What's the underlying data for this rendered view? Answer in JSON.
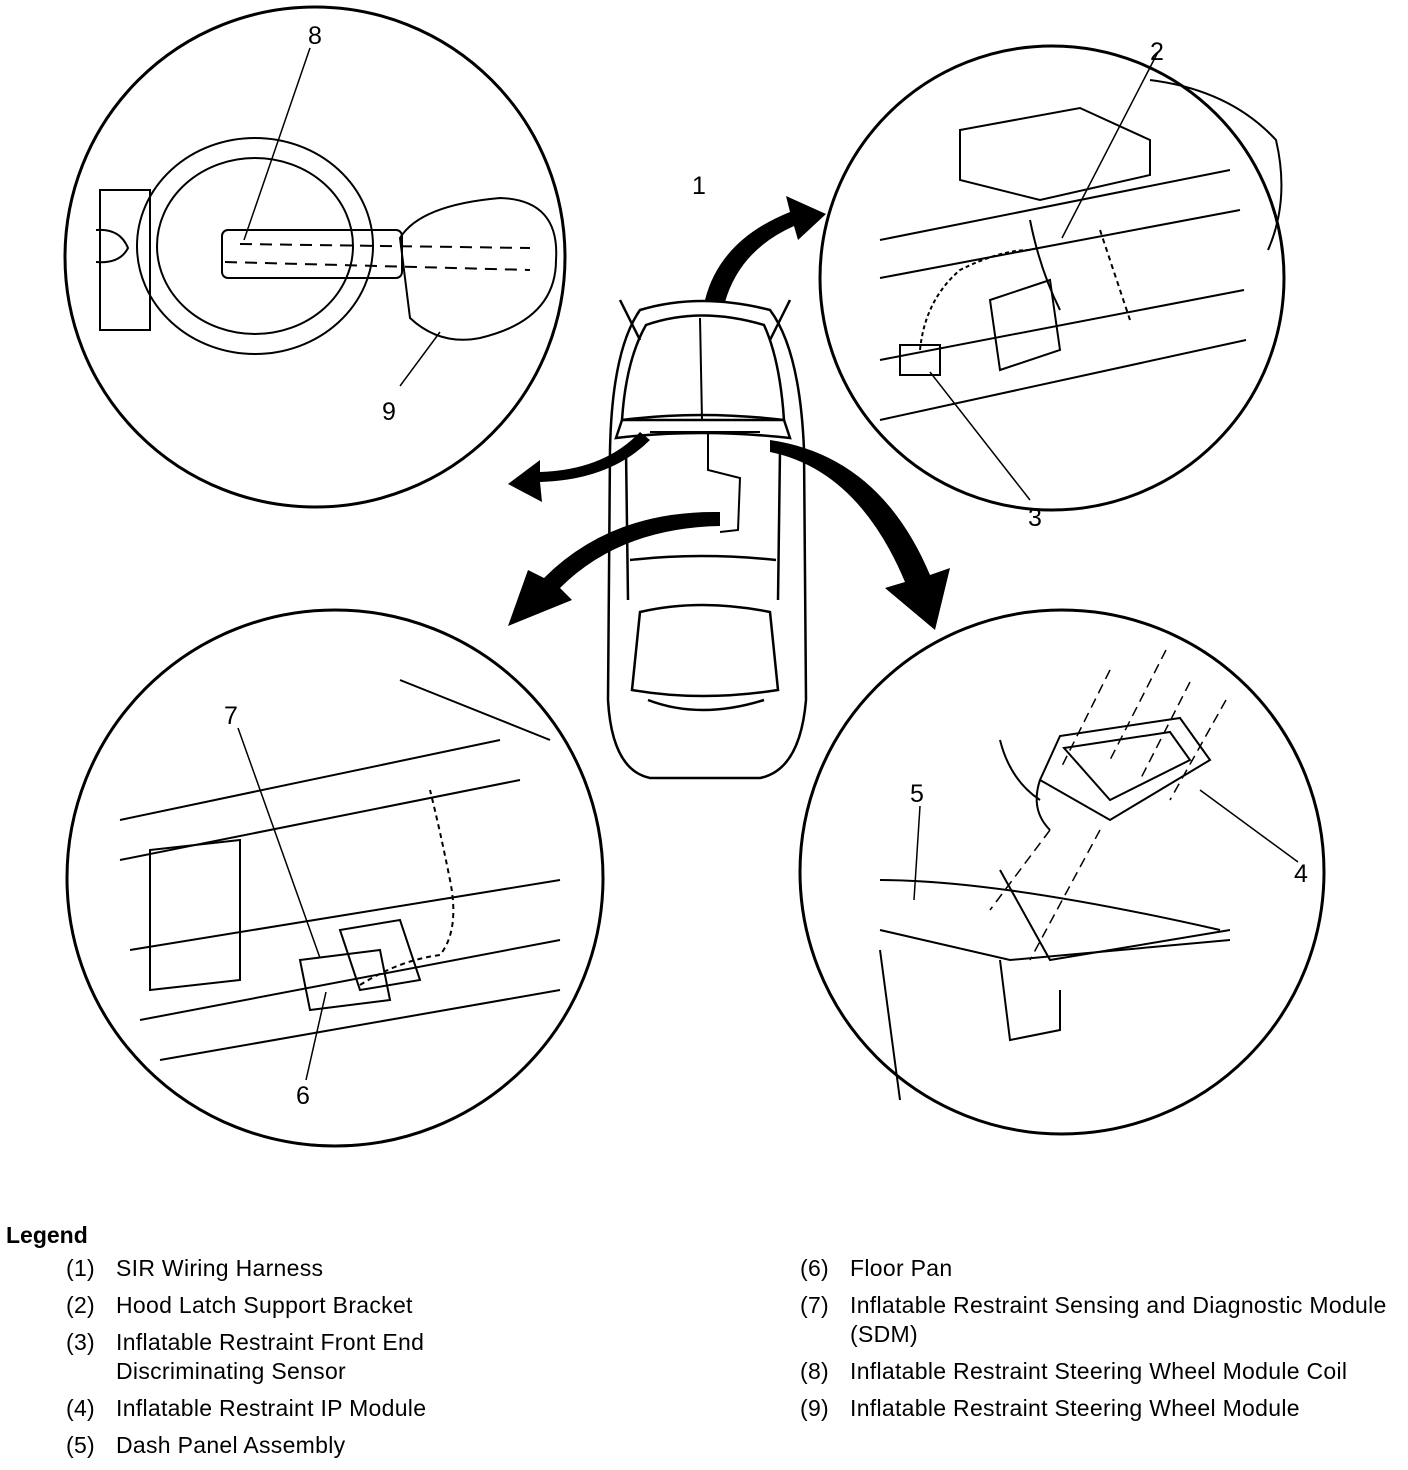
{
  "callouts": [
    "1",
    "2",
    "3",
    "4",
    "5",
    "6",
    "7",
    "8",
    "9"
  ],
  "legend": {
    "title": "Legend",
    "left": [
      {
        "num": "(1)",
        "text": "SIR Wiring Harness"
      },
      {
        "num": "(2)",
        "text": "Hood Latch Support Bracket"
      },
      {
        "num": "(3)",
        "text": "Inflatable Restraint Front End Discriminating Sensor"
      },
      {
        "num": "(4)",
        "text": "Inflatable Restraint IP Module"
      },
      {
        "num": "(5)",
        "text": "Dash Panel Assembly"
      }
    ],
    "right": [
      {
        "num": "(6)",
        "text": "Floor Pan"
      },
      {
        "num": "(7)",
        "text": "Inflatable Restraint Sensing and Diagnostic Module (SDM)"
      },
      {
        "num": "(8)",
        "text": "Inflatable Restraint Steering Wheel Module Coil"
      },
      {
        "num": "(9)",
        "text": "Inflatable Restraint Steering Wheel Module"
      }
    ]
  }
}
